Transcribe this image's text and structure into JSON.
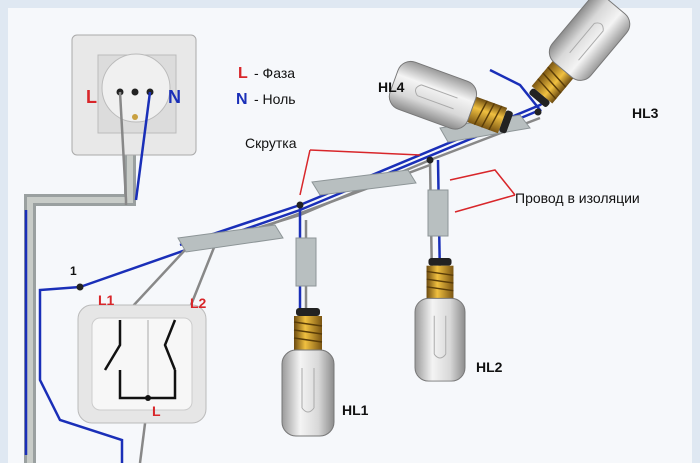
{
  "legend": {
    "l_symbol": "L",
    "l_text": "- Фаза",
    "n_symbol": "N",
    "n_text": "- Ноль"
  },
  "socket": {
    "l_label": "L",
    "n_label": "N"
  },
  "switch": {
    "l1_label": "L1",
    "l2_label": "L2",
    "l_label": "L"
  },
  "node_label": "1",
  "annotations": {
    "twist": "Скрутка",
    "insulated_wire": "Провод в изоляции"
  },
  "lamps": [
    "HL1",
    "HL2",
    "HL3",
    "HL4"
  ],
  "colors": {
    "phase": "#d8262a",
    "neutral": "#1a2fb8",
    "wire": "#8a8a8a"
  }
}
